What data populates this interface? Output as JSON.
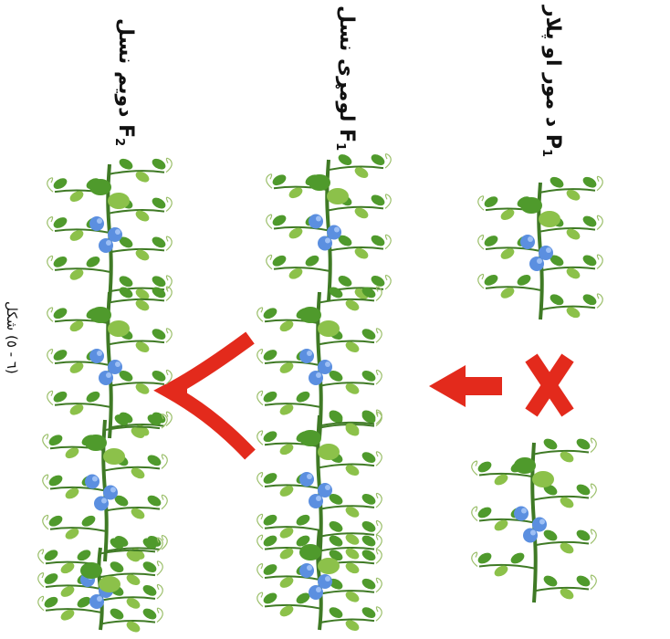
{
  "labels": {
    "parents": {
      "letter": "P",
      "sub": "1",
      "text": "د مور او پلار"
    },
    "f1": {
      "letter": "F",
      "sub": "1",
      "text": "لومړی نسل"
    },
    "f2": {
      "letter": "F",
      "sub": "2",
      "text": "دویم نسل"
    }
  },
  "caption": "(٦ - ٥) شکل",
  "colors": {
    "leaf": "#4f9a2c",
    "leaf_light": "#8cc14a",
    "flower": "#5b8fe0",
    "arrow": "#e32a1c",
    "stem": "#3f7a25"
  },
  "icons": [
    "cross-icon",
    "arrow-icon",
    "split-arrow-icon"
  ]
}
